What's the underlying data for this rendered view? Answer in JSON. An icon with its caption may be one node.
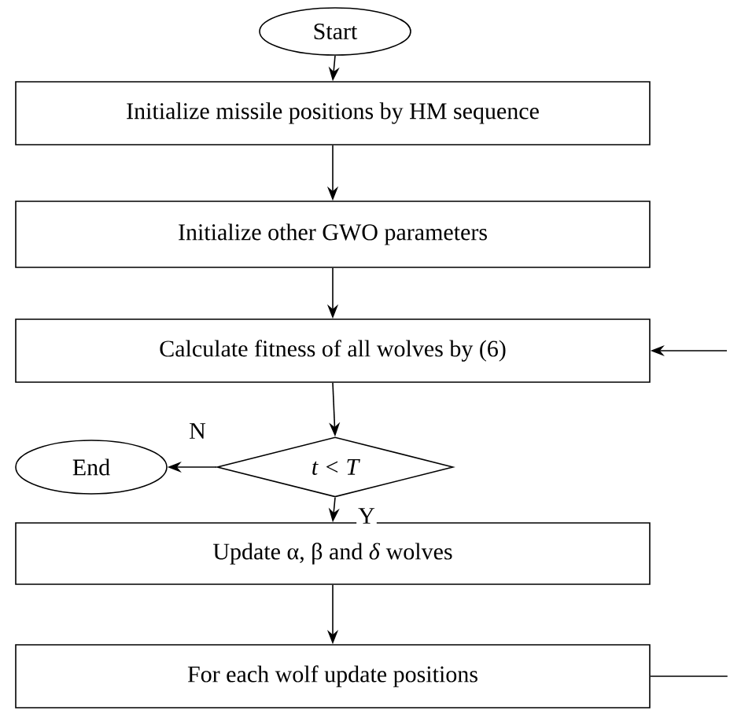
{
  "diagram": {
    "nodes": [
      {
        "text": [
          "Start"
        ]
      },
      {
        "text": [
          "Initialize missile positions by HM sequence"
        ]
      },
      {
        "text": [
          "Initialize other GWO parameters"
        ]
      },
      {
        "text": [
          "Calculate fitness of all wolves by (6)"
        ]
      },
      {
        "text": [
          "t < T"
        ]
      },
      {
        "text": [
          "End"
        ]
      },
      {
        "text": [
          "Update α, β and *δ* wolves"
        ]
      },
      {
        "text": [
          "For each wolf update positions"
        ]
      }
    ],
    "edges": [
      {
        "from": 0,
        "to": 1,
        "arrow": "to"
      },
      {
        "from": 1,
        "to": 2,
        "arrow": "to"
      },
      {
        "from": 2,
        "to": 3,
        "arrow": "to"
      },
      {
        "from": 3,
        "to": 4,
        "arrow": "to"
      },
      {
        "from": 4,
        "to": 5,
        "arrow": "to",
        "label": "N"
      },
      {
        "from": 4,
        "to": 6,
        "arrow": "to",
        "label": "Y"
      },
      {
        "from": 6,
        "to": 7,
        "arrow": "to"
      },
      {
        "from": 7,
        "to": null,
        "arrow": "none"
      },
      {
        "from": null,
        "to": 3,
        "arrow": "to"
      }
    ]
  }
}
